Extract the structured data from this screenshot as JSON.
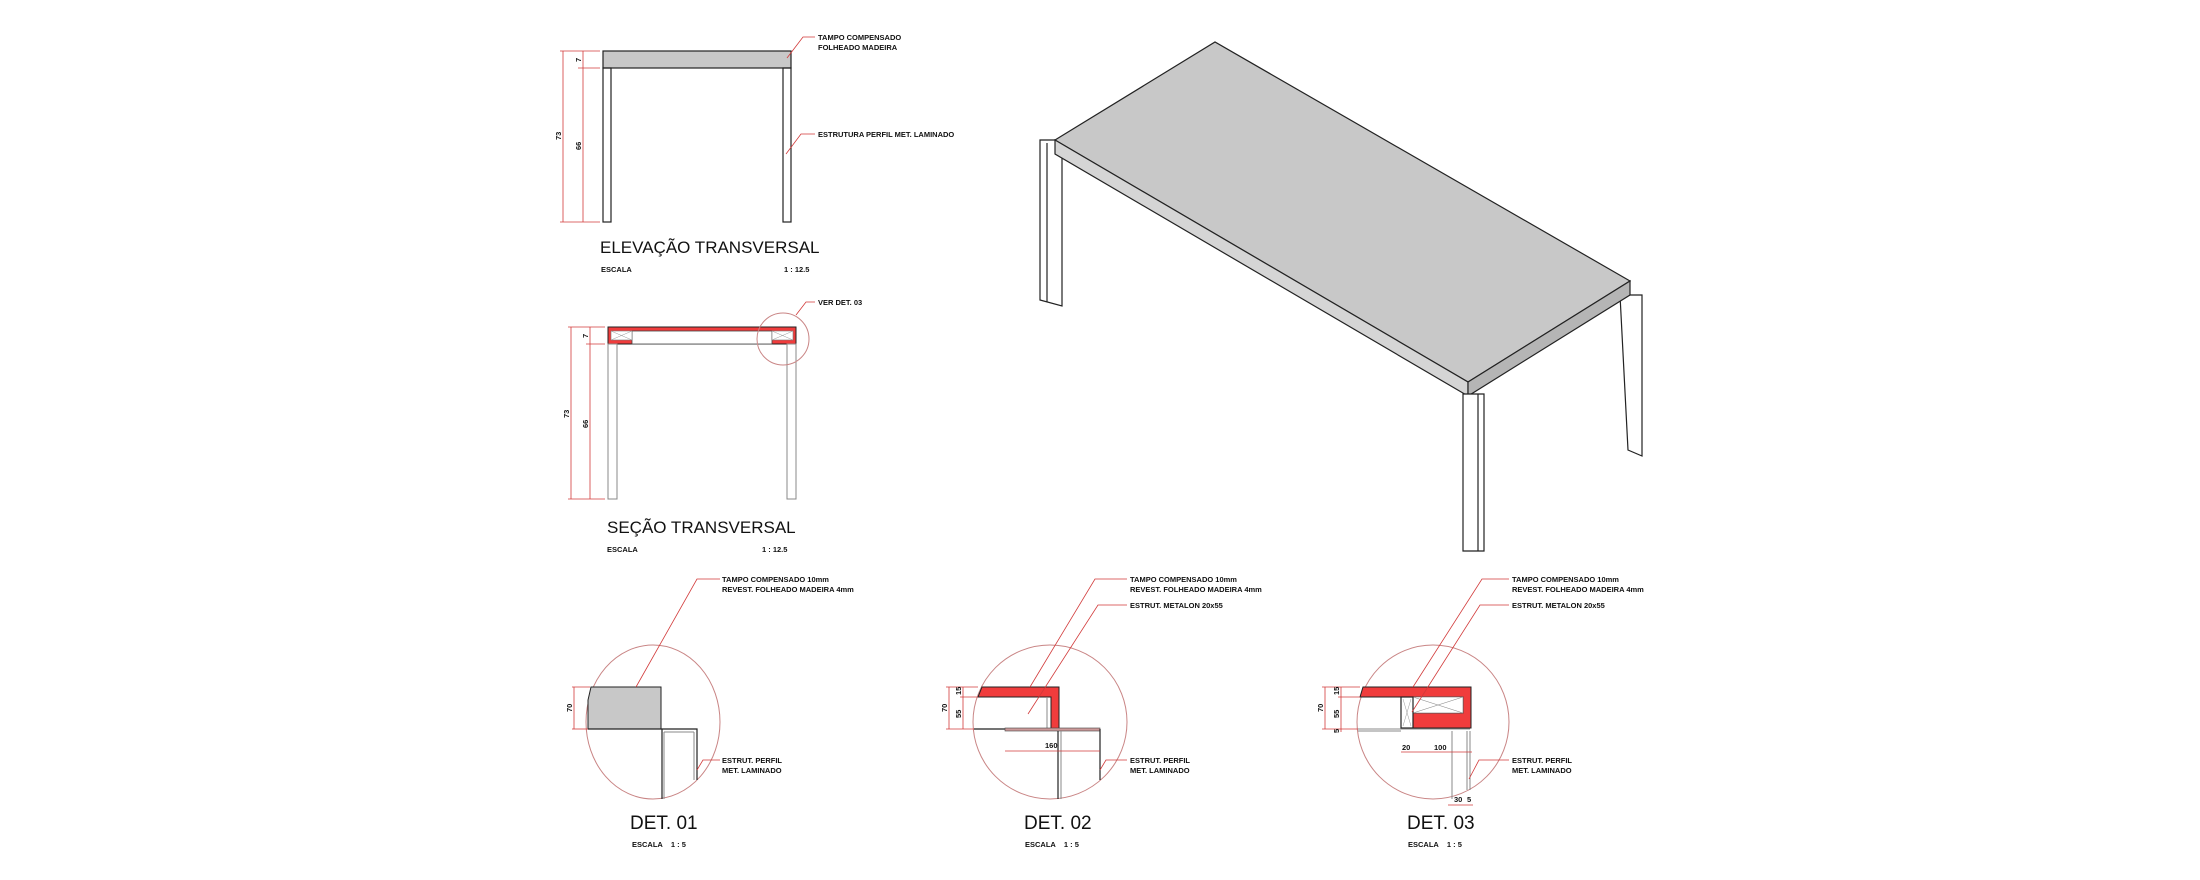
{
  "elevation": {
    "title": "ELEVAÇÃO TRANSVERSAL",
    "scale_label": "ESCALA",
    "scale_value": "1 : 12.5",
    "dims": {
      "total": "73",
      "top": "7",
      "legs": "66"
    },
    "note_top_1": "TAMPO COMPENSADO",
    "note_top_2": "FOLHEADO MADEIRA",
    "note_structure": "ESTRUTURA PERFIL MET. LAMINADO"
  },
  "section": {
    "title": "SEÇÃO TRANSVERSAL",
    "scale_label": "ESCALA",
    "scale_value": "1 : 12.5",
    "dims": {
      "total": "73",
      "top": "7",
      "legs": "66"
    },
    "note_detail": "VER DET. 03"
  },
  "det01": {
    "title": "DET. 01",
    "scale": "ESCALA    1 : 5",
    "note_top_1": "TAMPO COMPENSADO 10mm",
    "note_top_2": "REVEST. FOLHEADO MADEIRA 4mm",
    "note_leg_1": "ESTRUT. PERFIL",
    "note_leg_2": "MET. LAMINADO",
    "dim_height": "70"
  },
  "det02": {
    "title": "DET. 02",
    "scale": "ESCALA    1 : 5",
    "note_top_1": "TAMPO COMPENSADO 10mm",
    "note_top_2": "REVEST. FOLHEADO MADEIRA 4mm",
    "note_metalon": "ESTRUT. METALON 20x55",
    "note_leg_1": "ESTRUT. PERFIL",
    "note_leg_2": "MET. LAMINADO",
    "dim_height": "70",
    "dim_a": "15",
    "dim_b": "55",
    "dim_width": "160"
  },
  "det03": {
    "title": "DET. 03",
    "scale": "ESCALA    1 : 5",
    "note_top_1": "TAMPO COMPENSADO 10mm",
    "note_top_2": "REVEST. FOLHEADO MADEIRA 4mm",
    "note_metalon": "ESTRUT. METALON 20x55",
    "note_leg_1": "ESTRUT. PERFIL",
    "note_leg_2": "MET. LAMINADO",
    "dim_height": "70",
    "dim_a": "15",
    "dim_b": "55",
    "dim_c": "5",
    "dim_w1": "20",
    "dim_w2": "100",
    "dim_l1": "30",
    "dim_l2": "5"
  },
  "colors": {
    "section_fill": "#f03c3c",
    "top_fill": "#c8c8c8",
    "annotation": "#d23a3a"
  }
}
